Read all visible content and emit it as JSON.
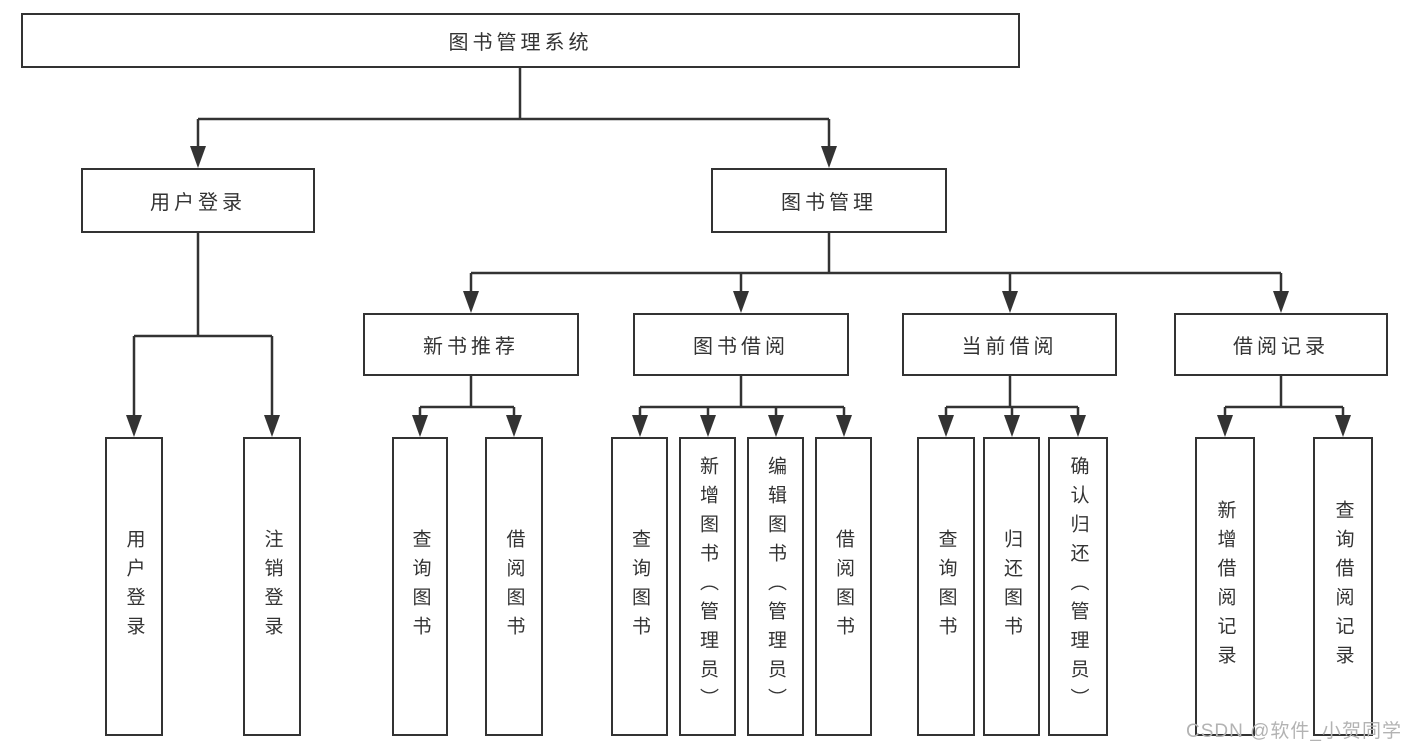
{
  "diagram": {
    "root": {
      "label": "图书管理系统"
    },
    "level2": [
      {
        "label": "用户登录"
      },
      {
        "label": "图书管理"
      }
    ],
    "level3": [
      {
        "label": "新书推荐"
      },
      {
        "label": "图书借阅"
      },
      {
        "label": "当前借阅"
      },
      {
        "label": "借阅记录"
      }
    ],
    "leaves": {
      "user_login": [
        {
          "label": "用户登录"
        },
        {
          "label": "注销登录"
        }
      ],
      "new_book": [
        {
          "label": "查询图书"
        },
        {
          "label": "借阅图书"
        }
      ],
      "book_borrow": [
        {
          "label": "查询图书"
        },
        {
          "label": "新增图书（管理员）"
        },
        {
          "label": "编辑图书（管理员）"
        },
        {
          "label": "借阅图书"
        }
      ],
      "current_borrow": [
        {
          "label": "查询图书"
        },
        {
          "label": "归还图书"
        },
        {
          "label": "确认归还（管理员）"
        }
      ],
      "borrow_record": [
        {
          "label": "新增借阅记录"
        },
        {
          "label": "查询借阅记录"
        }
      ]
    }
  },
  "watermark": {
    "text": "CSDN @软件_小贺同学"
  },
  "colors": {
    "line": "#333333",
    "box_border": "#333333",
    "text": "#333333",
    "watermark": "#b3b3b3",
    "background": "#ffffff"
  }
}
